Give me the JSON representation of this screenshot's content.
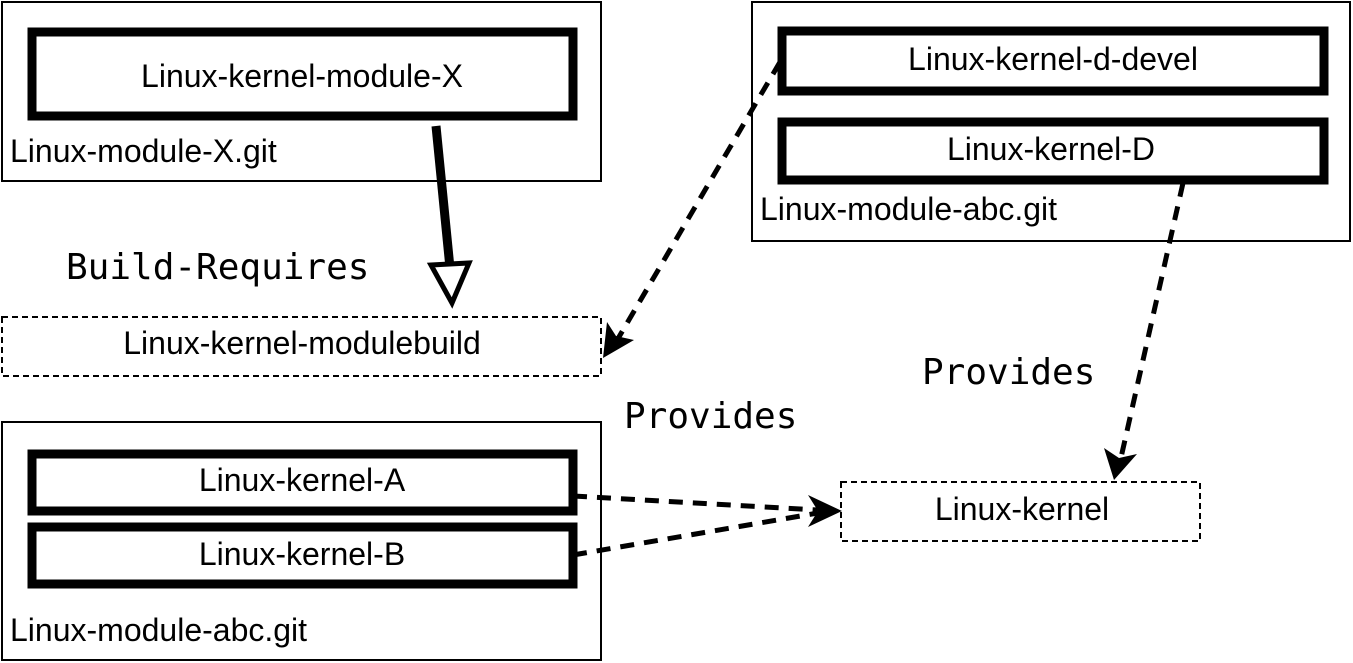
{
  "repos": {
    "module_x": {
      "label": "Linux-module-X.git",
      "packages": [
        "Linux-kernel-module-X"
      ]
    },
    "abc_top": {
      "label": "Linux-module-abc.git",
      "packages": [
        "Linux-kernel-d-devel",
        "Linux-kernel-D"
      ]
    },
    "abc_bottom": {
      "label": "Linux-module-abc.git",
      "packages": [
        "Linux-kernel-A",
        "Linux-kernel-B"
      ]
    }
  },
  "virtual": {
    "modulebuild": "Linux-kernel-modulebuild",
    "kernel": "Linux-kernel"
  },
  "edge_labels": {
    "build_requires": "Build-Requires",
    "provides_left": "Provides",
    "provides_right": "Provides"
  }
}
